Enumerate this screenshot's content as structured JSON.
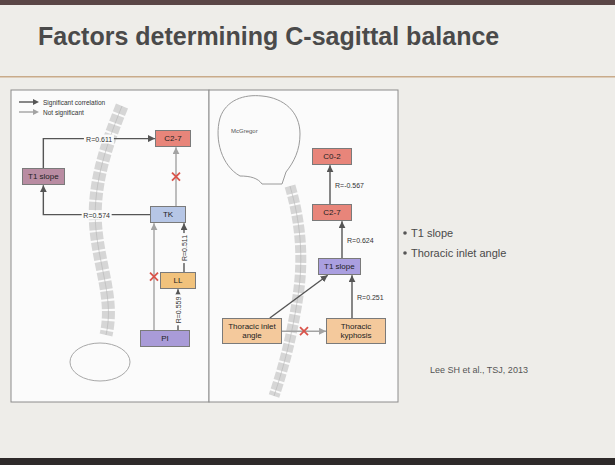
{
  "diagram": {
    "title": "Factors determining C-sagittal balance",
    "nodes": [
      {
        "text": [
          "C2-7"
        ]
      },
      {
        "text": [
          "T1 slope"
        ]
      },
      {
        "text": [
          "TK"
        ]
      },
      {
        "text": [
          "LL"
        ]
      },
      {
        "text": [
          "PI"
        ]
      },
      {
        "text": [
          "C0-2"
        ]
      },
      {
        "text": [
          "C2-7"
        ]
      },
      {
        "text": [
          "T1 slope"
        ]
      },
      {
        "text": [
          "Thoracic inlet angle"
        ]
      },
      {
        "text": [
          "Thoracic kyphosis"
        ]
      }
    ],
    "edges": [
      {
        "from": 4,
        "to": 3,
        "arrow": "to",
        "label": "R=0.559"
      },
      {
        "from": 4,
        "to": 2,
        "arrow": "to"
      },
      {
        "from": 3,
        "to": 2,
        "arrow": "to",
        "label": "R=0.511"
      },
      {
        "from": 2,
        "to": 1,
        "arrow": "to",
        "label": "R=0.574"
      },
      {
        "from": 1,
        "to": 0,
        "arrow": "to",
        "label": "R=0.611"
      },
      {
        "from": 2,
        "to": 0,
        "arrow": "to"
      },
      {
        "from": 6,
        "to": 5,
        "arrow": "to",
        "label": "R=-0.567"
      },
      {
        "from": 7,
        "to": 6,
        "arrow": "to",
        "label": "R=0.624"
      },
      {
        "from": 9,
        "to": 7,
        "arrow": "to",
        "label": "R=0.251"
      },
      {
        "from": 8,
        "to": 7,
        "arrow": "to"
      },
      {
        "from": 8,
        "to": 9,
        "arrow": "to"
      }
    ],
    "labels": [
      "McGregor",
      "T1 slope",
      "Thoracic inlet angle",
      "Lee SH et al., TSJ, 2013"
    ],
    "legend": [
      {
        "text": "Significant correlation"
      },
      {
        "text": "Not significant"
      }
    ]
  }
}
